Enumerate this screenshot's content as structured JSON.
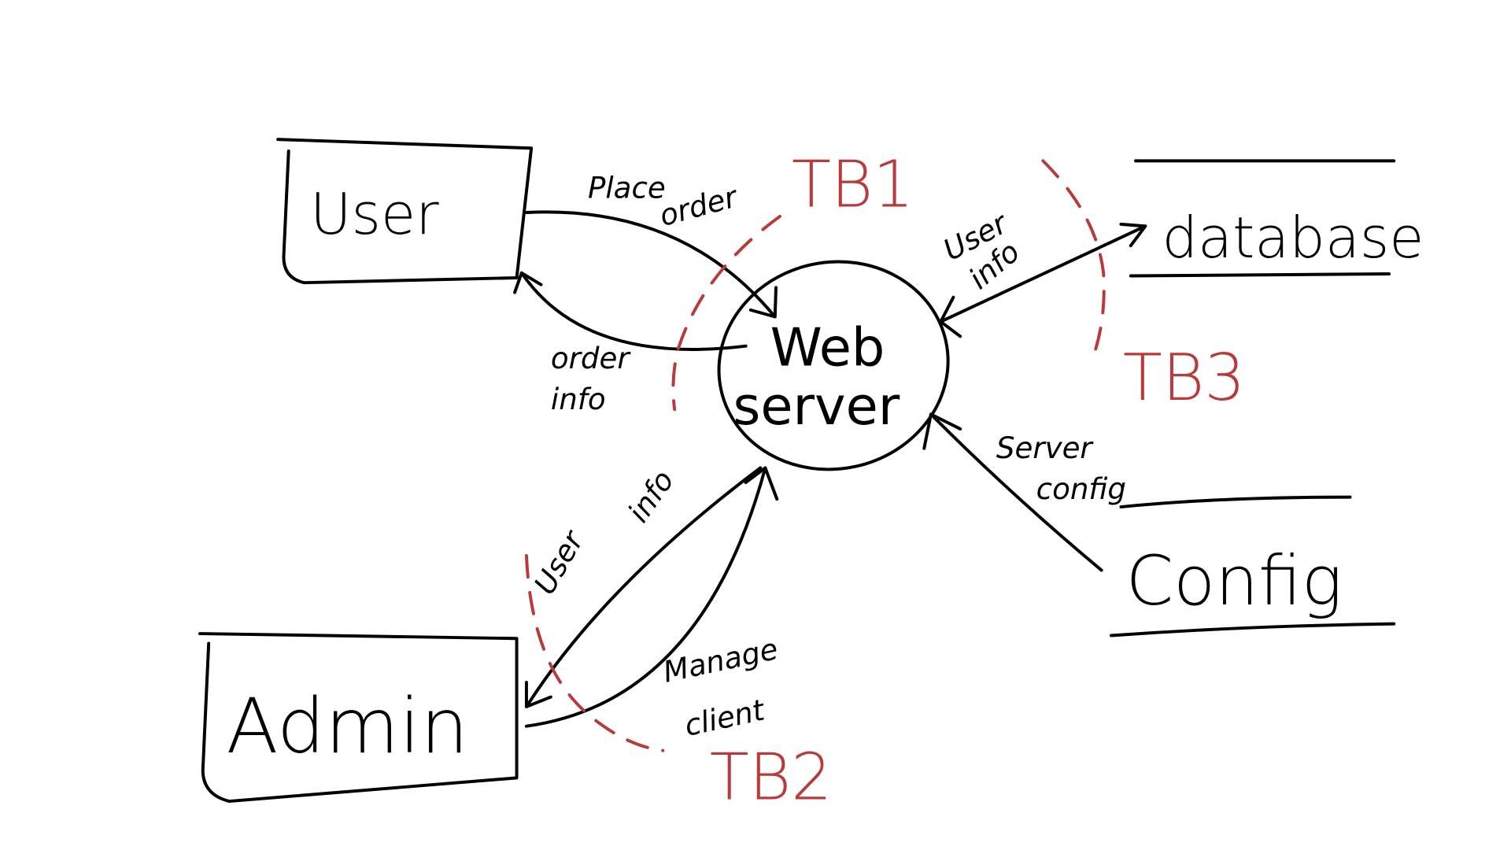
{
  "title": "Data flow diagram with trust boundaries",
  "entities": {
    "user": "User",
    "admin": "Admin"
  },
  "process": {
    "line1": "Web",
    "line2": "server"
  },
  "data_stores": {
    "database": "database",
    "config": "Config"
  },
  "flows": {
    "place_order": {
      "line1": "Place",
      "line2": "order"
    },
    "order_info": {
      "line1": "order",
      "line2": "info"
    },
    "user_info_db": {
      "line1": "User",
      "line2": "info"
    },
    "server_config": {
      "line1": "Server",
      "line2": "config"
    },
    "user_info_admin": {
      "line1": "User",
      "line2": "info"
    },
    "manage_client": {
      "line1": "Manage",
      "line2": "client"
    }
  },
  "trust_boundaries": {
    "tb1": "TB1",
    "tb2": "TB2",
    "tb3": "TB3"
  },
  "colors": {
    "ink": "#000000",
    "boundary": "#b83a3a"
  }
}
